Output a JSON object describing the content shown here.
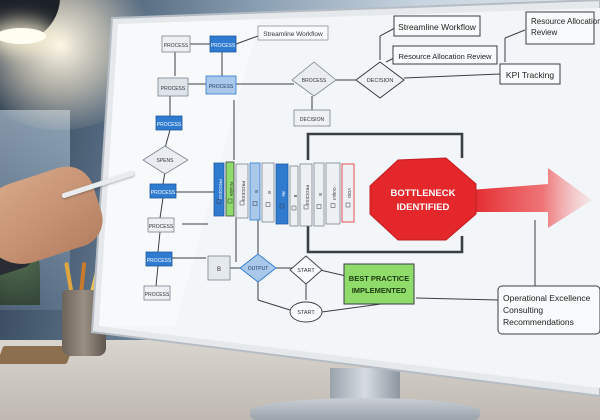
{
  "flowchart": {
    "top_left": {
      "box1": "PROCESS",
      "box2": "PROCESS",
      "streamline": "Streamline Workflow"
    },
    "left_column": {
      "process_a": "PROCESS",
      "process_b": "PROCESS",
      "blue_box": "PROCESS",
      "decision": "SPENS",
      "process_c": "PROCESS",
      "process_d": "PROCESS",
      "process_e": "PROCESS",
      "process_f": "PROCESS"
    },
    "mid": {
      "decision_a": "DECISION",
      "diamond_label": "BROCESS",
      "decision_box": "DECISION",
      "output": "OUTPUT",
      "start_a": "START",
      "start_b": "START",
      "small_b": "B"
    },
    "top_right": {
      "streamline": "Streamline Workflow",
      "resource_review": "Resource Allocation Review",
      "resource_allocation": "Resource Allocation Review",
      "kpi": "KPI Tracking"
    },
    "bottleneck": {
      "line1": "BOTTLENECK",
      "line2": "IDENTIFIED"
    },
    "best_practice": {
      "line1": "BEST PRACTICE",
      "line2": "IMPLEMENTED"
    },
    "consulting": {
      "line1": "Operational Excellence",
      "line2": "Consulting",
      "line3": "Recommendations"
    },
    "bars": {
      "labels": [
        "PROCESS",
        "Finalize",
        "PROCESS",
        "B",
        "B",
        "Re",
        "B",
        "PROCESS",
        "B",
        "Output",
        "VOID"
      ]
    }
  },
  "colors": {
    "screen": "#f3f6f8",
    "blue": "#2f7bd0",
    "lightblue": "#a9c8ea",
    "red": "#e3272b",
    "green": "#8fdc6a",
    "line": "#3a3f46"
  }
}
